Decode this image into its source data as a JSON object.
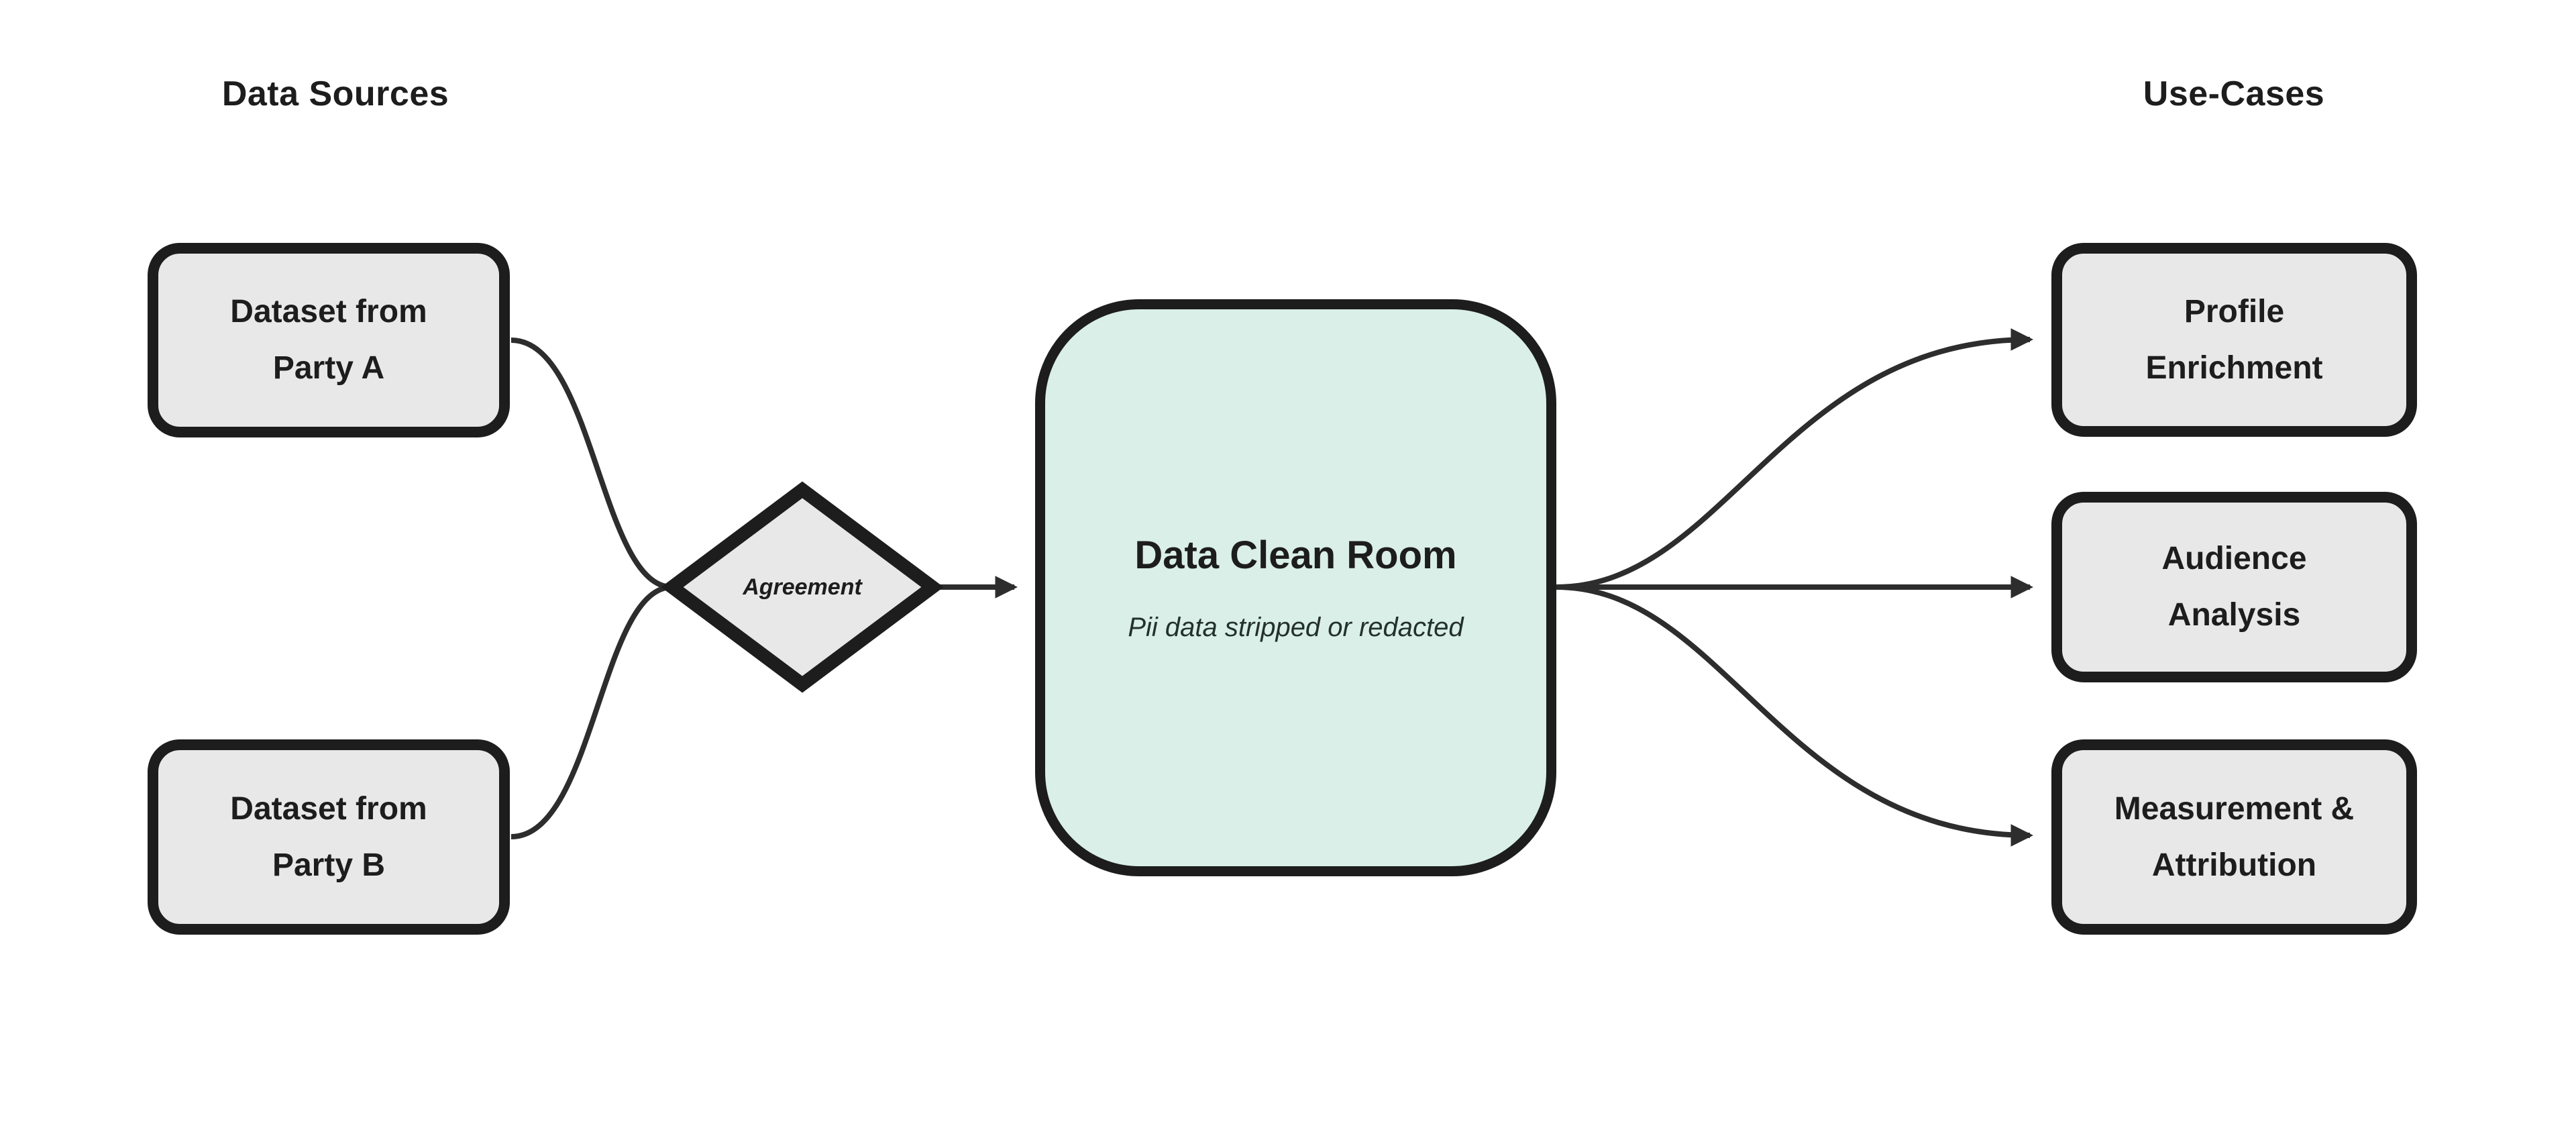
{
  "diagram": {
    "sections": {
      "left_title": "Data Sources",
      "right_title": "Use-Cases"
    },
    "nodes": {
      "party_a": {
        "label": "Dataset from Party A"
      },
      "party_b": {
        "label": "Dataset from Party B"
      },
      "agreement": {
        "label": "Agreement"
      },
      "clean_room": {
        "title": "Data Clean Room",
        "subtitle": "Pii data stripped or redacted"
      },
      "profile_enrichment": {
        "label": "Profile Enrichment"
      },
      "audience_analysis": {
        "label": "Audience Analysis"
      },
      "measurement_attribution": {
        "label": "Measurement & Attribution"
      }
    },
    "colors": {
      "background": "#ffffff",
      "node_fill": "#e8e8e8",
      "clean_room_fill": "#d9efe8",
      "border": "#1d1d1d",
      "edge": "#2d2d2d",
      "text": "#1d1d1d"
    }
  }
}
